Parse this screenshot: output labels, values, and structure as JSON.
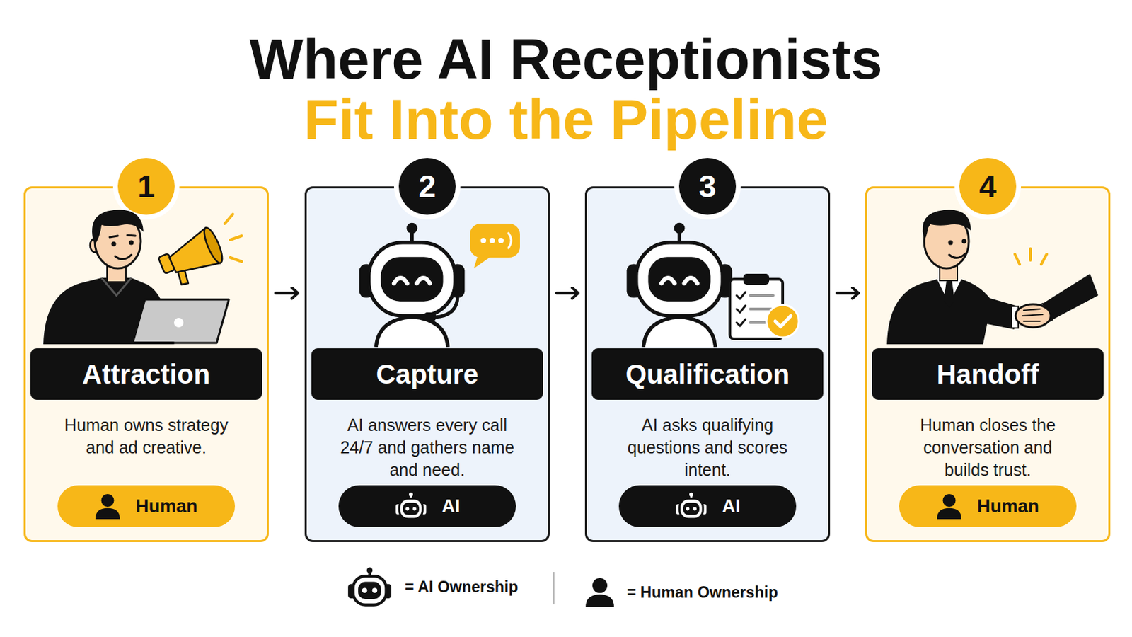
{
  "diagram": {
    "title": "Where AI Receptionists",
    "nodes": [
      {
        "text": [
          "Human owns strategy and ad creative."
        ]
      },
      {
        "text": [
          "1"
        ],
        "in": 0
      },
      {
        "text": [
          "Attraction"
        ],
        "in": 0
      },
      {
        "text": [
          "Human"
        ],
        "in": 0
      },
      {
        "text": [
          "AI answers every call 24/7 and gathers name and need."
        ]
      },
      {
        "text": [
          "2"
        ],
        "in": 4
      },
      {
        "text": [
          "Capture"
        ],
        "in": 4
      },
      {
        "text": [
          "AI"
        ],
        "in": 4
      },
      {
        "text": [
          "AI asks qualifying questions and scores intent."
        ]
      },
      {
        "text": [
          "3"
        ],
        "in": 8
      },
      {
        "text": [
          "Qualification"
        ],
        "in": 8
      },
      {
        "text": [
          "AI"
        ],
        "in": 8
      },
      {
        "text": [
          "Human closes the conversation and builds trust."
        ]
      },
      {
        "text": [
          "4"
        ],
        "in": 12
      },
      {
        "text": [
          "Handoff"
        ],
        "in": 12
      },
      {
        "text": [
          "Human"
        ],
        "in": 12
      }
    ],
    "edges": [
      {
        "from": 0,
        "to": 4,
        "arrow": "to"
      },
      {
        "from": 4,
        "to": 8,
        "arrow": "to"
      },
      {
        "from": 8,
        "to": 12,
        "arrow": "to"
      }
    ],
    "labels": [
      "Fit Into the Pipeline"
    ],
    "legend": [
      {
        "text": "= AI Ownership"
      },
      {
        "text": "= Human Ownership"
      }
    ]
  }
}
